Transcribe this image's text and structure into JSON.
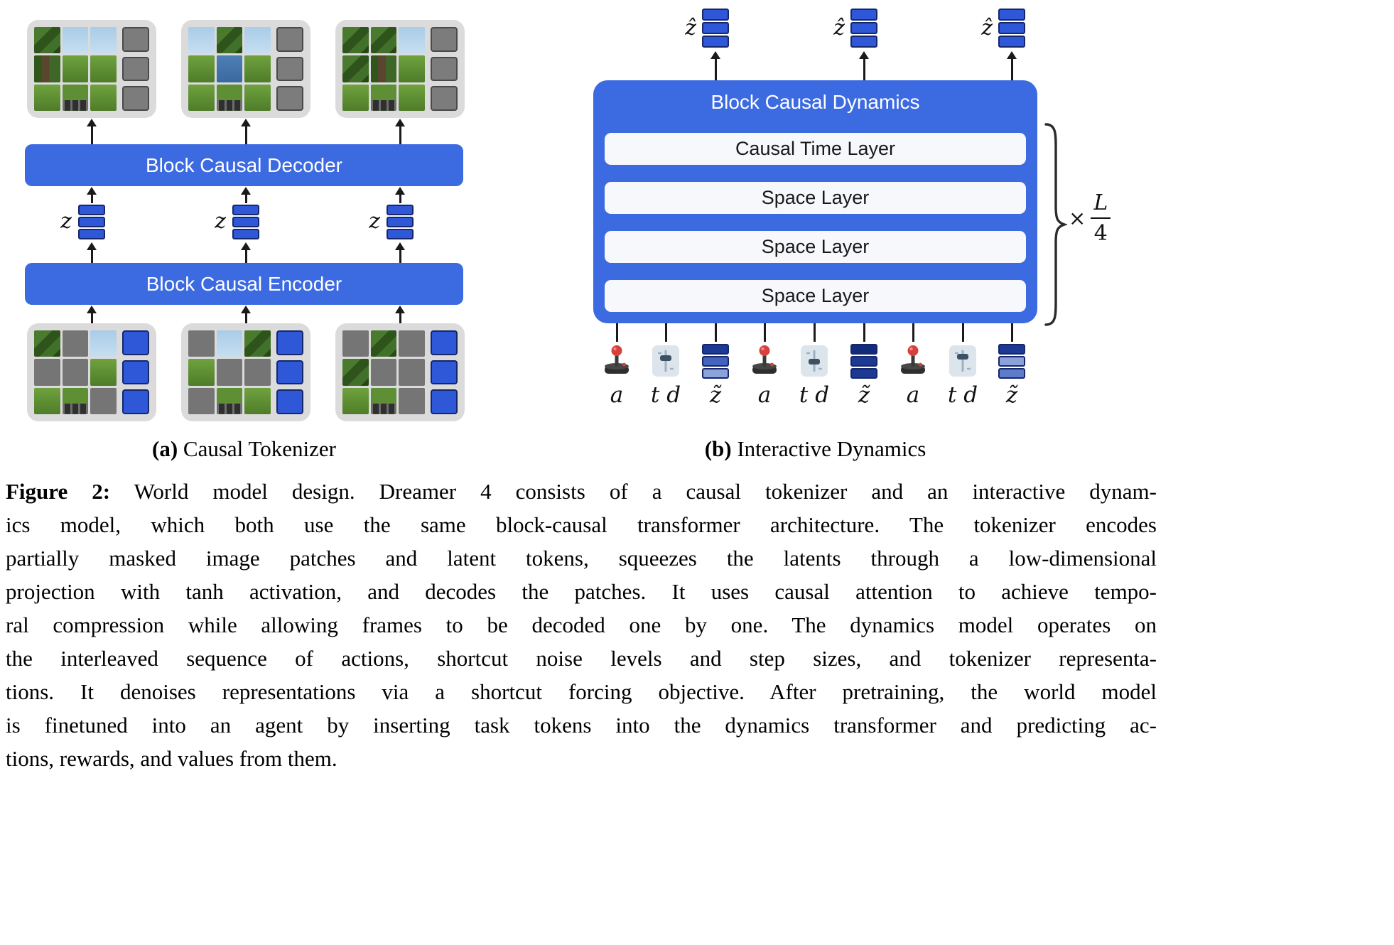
{
  "colors": {
    "accent_blue": "#3C6AE1",
    "token_blue": "#2F58D8",
    "token_border": "#15266B",
    "frame_bg": "#DBDBDB",
    "mask_gray": "#757575",
    "layer_bg": "#F7F8FB"
  },
  "tokenizer": {
    "decoder_label": "Block Causal Decoder",
    "encoder_label": "Block Causal Encoder",
    "z_label": "z",
    "caption_prefix": "(a)",
    "caption_text": "Causal Tokenizer",
    "frames_out": [
      {
        "cells": [
          "leaf",
          "sky",
          "sky",
          "tree",
          "grass",
          "grass",
          "grass",
          "hotbar",
          "grass"
        ],
        "tokens": [
          "#7C7C7C",
          "#7C7C7C",
          "#7C7C7C"
        ]
      },
      {
        "cells": [
          "sky",
          "leaf",
          "sky",
          "grass",
          "water",
          "grass",
          "grass",
          "hotbar",
          "grass"
        ],
        "tokens": [
          "#7C7C7C",
          "#7C7C7C",
          "#7C7C7C"
        ]
      },
      {
        "cells": [
          "leaf",
          "leaf",
          "sky",
          "leaf",
          "tree",
          "grass",
          "grass",
          "hotbar",
          "grass"
        ],
        "tokens": [
          "#7C7C7C",
          "#7C7C7C",
          "#7C7C7C"
        ]
      }
    ],
    "frames_in": [
      {
        "cells": [
          "leaf",
          "mask",
          "sky",
          "mask",
          "mask",
          "grass",
          "grass",
          "hotbar",
          "mask"
        ],
        "tokens": [
          "#2F58D8",
          "#2F58D8",
          "#2F58D8"
        ]
      },
      {
        "cells": [
          "mask",
          "sky",
          "leaf",
          "grass",
          "mask",
          "mask",
          "mask",
          "hotbar",
          "grass"
        ],
        "tokens": [
          "#2F58D8",
          "#2F58D8",
          "#2F58D8"
        ]
      },
      {
        "cells": [
          "mask",
          "leaf",
          "mask",
          "leaf",
          "mask",
          "mask",
          "grass",
          "hotbar",
          "mask"
        ],
        "tokens": [
          "#2F58D8",
          "#2F58D8",
          "#2F58D8"
        ]
      }
    ],
    "z_stacks": [
      [
        "#2F58D8",
        "#2F58D8",
        "#2F58D8"
      ],
      [
        "#2F58D8",
        "#2F58D8",
        "#2F58D8"
      ],
      [
        "#2F58D8",
        "#2F58D8",
        "#2F58D8"
      ]
    ]
  },
  "dynamics": {
    "title": "Block Causal Dynamics",
    "layers": [
      "Causal Time Layer",
      "Space Layer",
      "Space Layer",
      "Space Layer"
    ],
    "zhat_label": "ẑ",
    "zhat_stacks": [
      [
        "#2F58D8",
        "#2F58D8",
        "#2F58D8"
      ],
      [
        "#2F58D8",
        "#2F58D8",
        "#2F58D8"
      ],
      [
        "#2F58D8",
        "#2F58D8",
        "#2F58D8"
      ]
    ],
    "repeat": {
      "times": "×",
      "numerator": "L",
      "denominator": "4"
    },
    "input_labels": {
      "action": "a",
      "timestep": "t d",
      "latent": "z̃"
    },
    "ztilde_stacks": [
      [
        "#1C3A94",
        "#4463BE",
        "#8CA2DA"
      ],
      [
        "#122B7A",
        "#1C3A94",
        "#1C3A94"
      ],
      [
        "#1C3A94",
        "#8CA2DA",
        "#5F7CCB"
      ]
    ],
    "caption_prefix": "(b)",
    "caption_text": "Interactive Dynamics"
  },
  "caption": {
    "bold": "Figure 2:",
    "lines": [
      " World model design. Dreamer 4 consists of a causal tokenizer and an interactive dynam-",
      "ics model, which both use the same block-causal transformer architecture. The tokenizer encodes",
      "partially masked image patches and latent tokens, squeezes the latents through a low-dimensional",
      "projection with tanh activation, and decodes the patches. It uses causal attention to achieve tempo-",
      "ral compression while allowing frames to be decoded one by one. The dynamics model operates on",
      "the interleaved sequence of actions, shortcut noise levels and step sizes, and tokenizer representa-",
      "tions. It denoises representations via a shortcut forcing objective. After pretraining, the world model",
      "is finetuned into an agent by inserting task tokens into the dynamics transformer and predicting ac-",
      "tions, rewards, and values from them."
    ]
  }
}
